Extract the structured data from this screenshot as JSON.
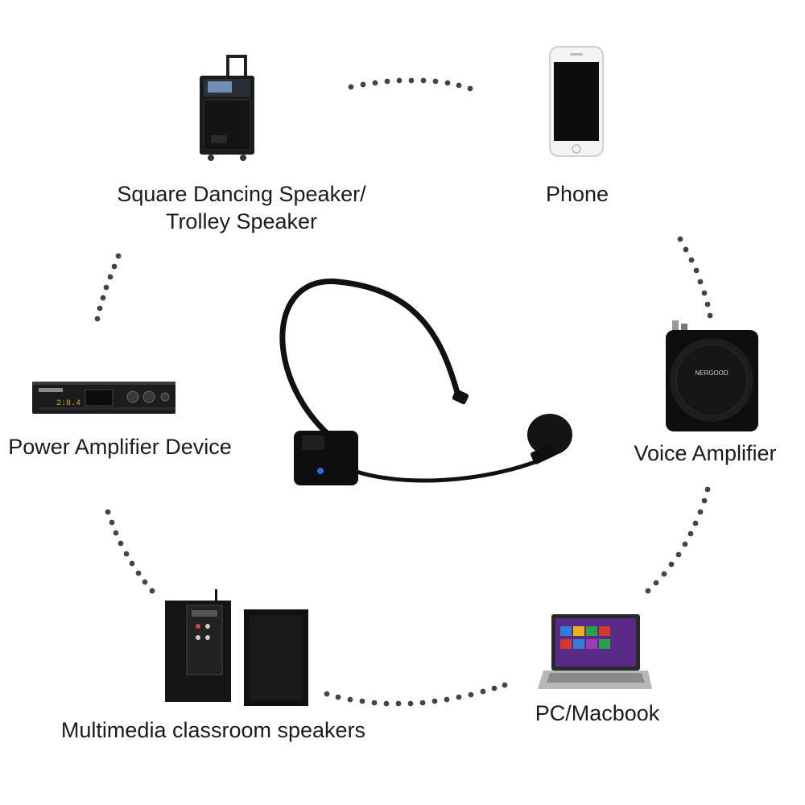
{
  "devices": {
    "trolley_speaker": {
      "line1": "Square Dancing Speaker/",
      "line2": "Trolley Speaker"
    },
    "phone": {
      "label": "Phone"
    },
    "power_amplifier": {
      "label": "Power Amplifier Device",
      "display": "2:8.4"
    },
    "voice_amplifier": {
      "label": "Voice Amplifier",
      "brand": "NERGOOD"
    },
    "classroom_speakers": {
      "label": "Multimedia classroom speakers"
    },
    "pc": {
      "label": "PC/Macbook"
    }
  },
  "center": {
    "product": "wireless headset microphone"
  },
  "colors": {
    "dots": "#444444",
    "device": "#111111",
    "accent": "#2b6de8"
  }
}
